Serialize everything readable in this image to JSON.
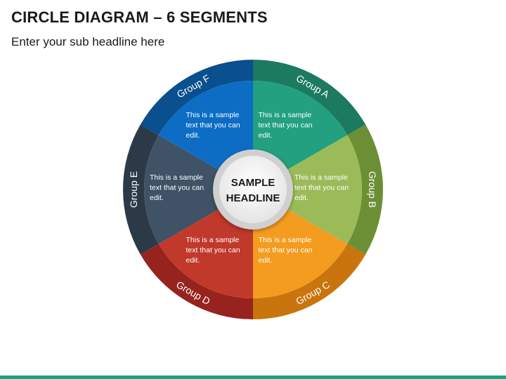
{
  "slide": {
    "title": "CIRCLE DIAGRAM – 6 SEGMENTS",
    "subtitle": "Enter your sub headline here"
  },
  "center": {
    "line1": "SAMPLE",
    "line2": "HEADLINE"
  },
  "segments": [
    {
      "group": "Group A",
      "text": [
        "This is a sample",
        "text that you can",
        "edit."
      ],
      "outer_color": "#1c7a61",
      "inner_color": "#22a07f"
    },
    {
      "group": "Group B",
      "text": [
        "This is a sample",
        "text that you can",
        "edit."
      ],
      "outer_color": "#6c8f35",
      "inner_color": "#9bbb59"
    },
    {
      "group": "Group C",
      "text": [
        "This is a sample",
        "text that you can",
        "edit."
      ],
      "outer_color": "#c9740d",
      "inner_color": "#f39c1f"
    },
    {
      "group": "Group D",
      "text": [
        "This is a sample",
        "text that you can",
        "edit."
      ],
      "outer_color": "#97231f",
      "inner_color": "#c0392b"
    },
    {
      "group": "Group E",
      "text": [
        "This is a sample",
        "text that you can",
        "edit."
      ],
      "outer_color": "#2c3a48",
      "inner_color": "#3f5266"
    },
    {
      "group": "Group F",
      "text": [
        "This is a sample",
        "text that you can",
        "edit."
      ],
      "outer_color": "#0a4f8e",
      "inner_color": "#0d6dc4"
    }
  ],
  "colors": {
    "accent_bar": "#1aa37f",
    "center_fill": "#f2f2f2",
    "center_ring": "#c8c8c8"
  }
}
